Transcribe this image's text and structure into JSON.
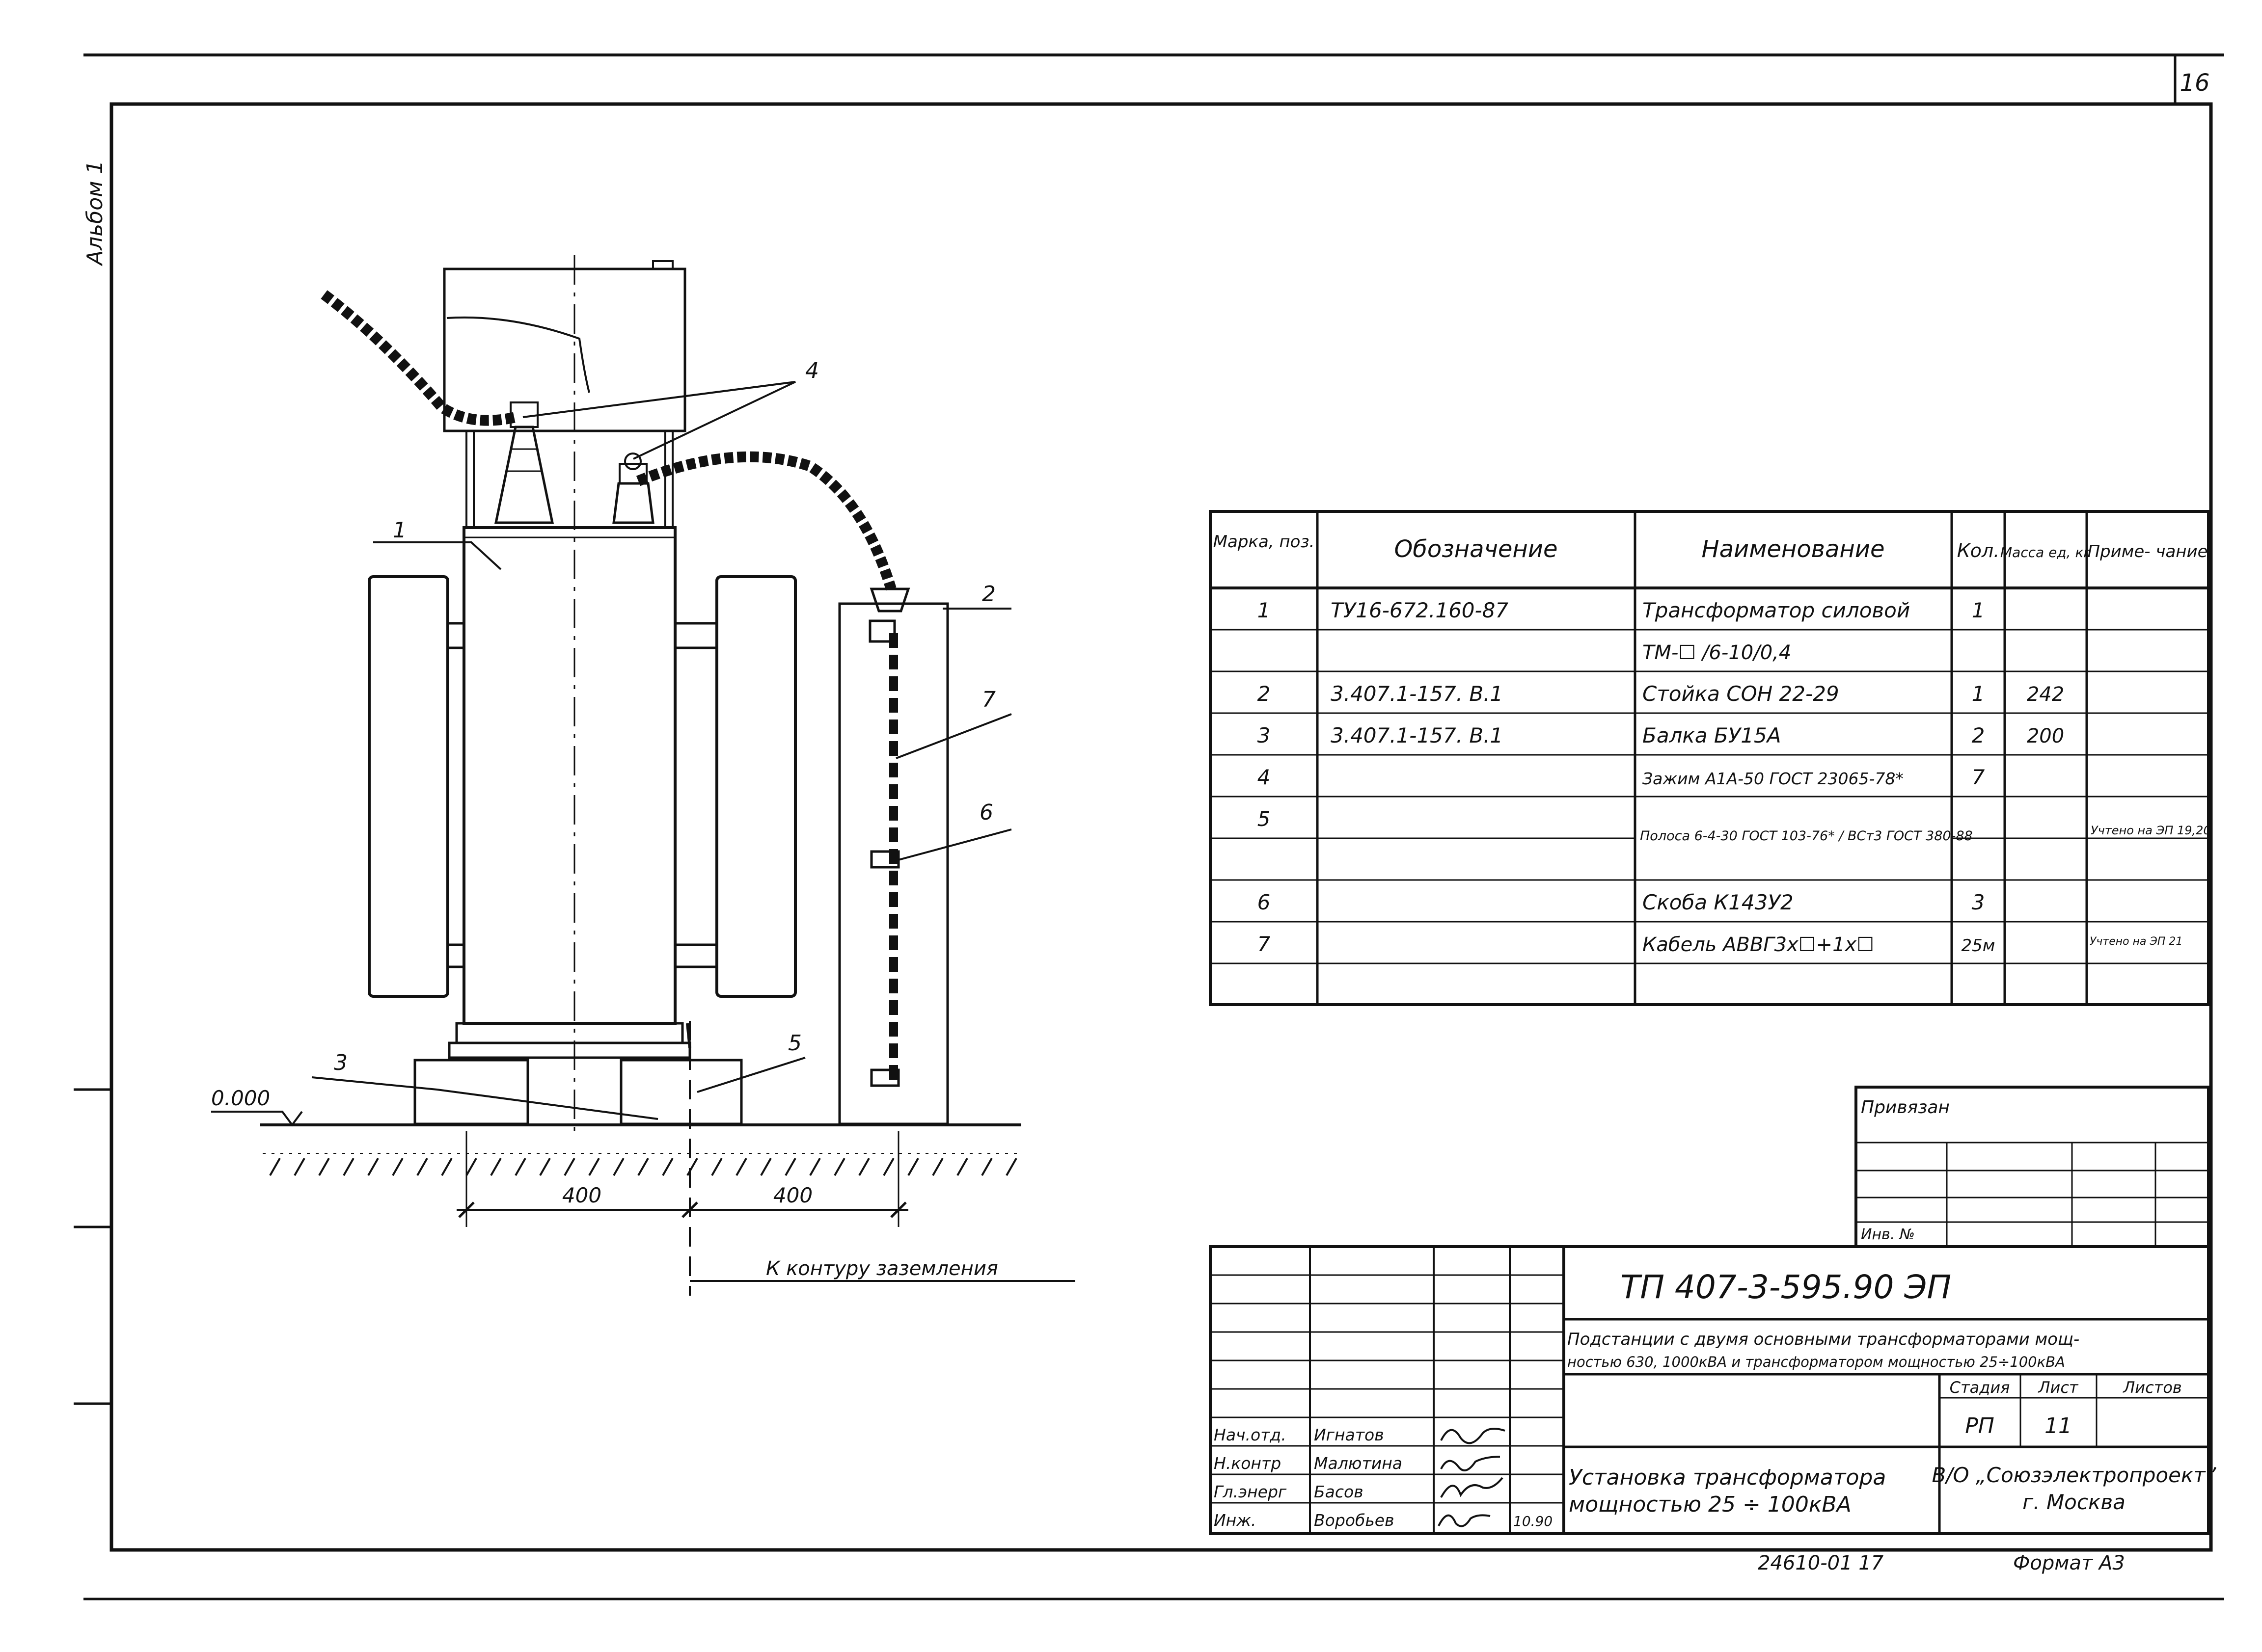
{
  "sheet": {
    "page_number": "16",
    "album_label": "Альбом 1",
    "format_label": "Формат А3",
    "inventory_number": "24610-01   17"
  },
  "elevation": {
    "level_mark": "0.000",
    "dim_left": "400",
    "dim_right": "400",
    "ground_note": "К контуру заземления",
    "callouts": [
      "1",
      "2",
      "3",
      "4",
      "5",
      "6",
      "7"
    ]
  },
  "spec_table": {
    "headers": [
      "Марка, поз.",
      "Обозначение",
      "Наименование",
      "Кол.",
      "Масса ед, кг",
      "Приме- чание"
    ],
    "rows": [
      {
        "pos": "1",
        "designation": "ТУ16-672.160-87",
        "name": "Трансформатор силовой",
        "qty": "1",
        "mass": "",
        "note": ""
      },
      {
        "pos": "",
        "designation": "",
        "name": "ТМ-☐ /6-10/0,4",
        "qty": "",
        "mass": "",
        "note": ""
      },
      {
        "pos": "2",
        "designation": "3.407.1-157. В.1",
        "name": "Стойка СОН 22-29",
        "qty": "1",
        "mass": "242",
        "note": ""
      },
      {
        "pos": "3",
        "designation": "3.407.1-157. В.1",
        "name": "Балка БУ15А",
        "qty": "2",
        "mass": "200",
        "note": ""
      },
      {
        "pos": "4",
        "designation": "",
        "name": "Зажим А1А-50 ГОСТ 23065-78*",
        "qty": "7",
        "mass": "",
        "note": ""
      },
      {
        "pos": "5",
        "designation": "",
        "name": "Полоса 6-4-30 ГОСТ 103-76* / ВСт3 ГОСТ 380-88",
        "qty": "",
        "mass": "",
        "note": "Учтено на ЭП 19,20"
      },
      {
        "pos": "6",
        "designation": "",
        "name": "Скоба К143У2",
        "qty": "3",
        "mass": "",
        "note": ""
      },
      {
        "pos": "7",
        "designation": "",
        "name": "Кабель АВВГ3х☐+1х☐",
        "qty": "25м",
        "mass": "",
        "note": "Учтено на ЭП 21"
      }
    ]
  },
  "binding_block": {
    "title": "Привязан",
    "inv_label": "Инв. №"
  },
  "title_block": {
    "doc_code": "ТП 407-3-595.90    ЭП",
    "project_line1": "Подстанции с двумя основными трансформаторами мощ-",
    "project_line2": "ностью 630, 1000кВА и трансформатором мощностью 25÷100кВА",
    "sheet_title_line1": "Установка трансформатора",
    "sheet_title_line2": "мощностью 25 ÷ 100кВА",
    "stage_label": "Стадия",
    "sheet_label": "Лист",
    "sheets_label": "Листов",
    "stage": "РП",
    "sheet": "11",
    "org_line1": "В/О „Союзэлектропроект”",
    "org_line2": "г. Москва",
    "signers": [
      {
        "role": "Нач.отд.",
        "name": "Игнатов"
      },
      {
        "role": "Н.контр",
        "name": "Малютина"
      },
      {
        "role": "Гл.энерг",
        "name": "Басов"
      },
      {
        "role": "Инж.",
        "name": "Воробьев",
        "date": "10.90"
      }
    ]
  }
}
